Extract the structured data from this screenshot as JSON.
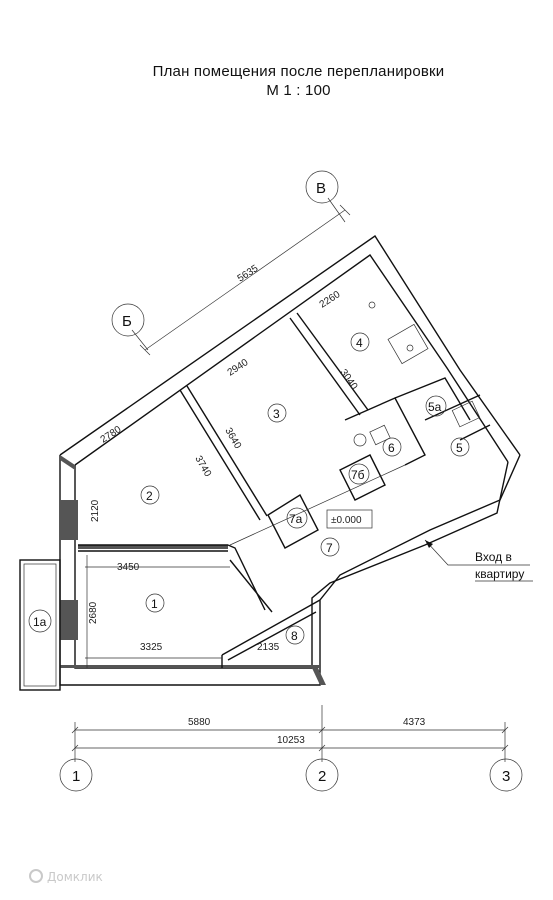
{
  "title": "План помещения после перепланировки",
  "scale": "М 1 : 100",
  "axes": {
    "letters": [
      "В",
      "Б"
    ],
    "numbers": [
      "1",
      "2",
      "3"
    ]
  },
  "dimensions": {
    "wall_top": "5635",
    "room4_top": "2260",
    "room3_top": "2940",
    "room4_side": "3040",
    "room3_side": "3640",
    "room2_top": "2780",
    "room2_diag": "3740",
    "room2_side": "2120",
    "room1_top": "3450",
    "room1_side": "2680",
    "room1_bottom": "3325",
    "room8_bottom": "2135",
    "bottom_left": "5880",
    "bottom_right": "4373",
    "bottom_total": "10253"
  },
  "rooms": [
    "1",
    "1а",
    "2",
    "3",
    "4",
    "5",
    "5а",
    "6",
    "7",
    "7а",
    "7б",
    "8"
  ],
  "level_mark": "±0.000",
  "entrance": {
    "line1": "Вход в",
    "line2": "квартиру"
  },
  "watermark": "Домклик"
}
